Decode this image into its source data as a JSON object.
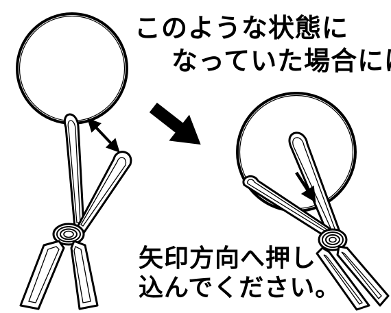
{
  "captions": {
    "top_line_1": "このような状態に",
    "top_line_2": "なっていた場合には",
    "bottom_line_1": "矢印方向へ押し",
    "bottom_line_2": "込んでください。"
  },
  "colors": {
    "ink": "#000000",
    "background": "#ffffff"
  },
  "icons": {
    "transition_arrow": "arrow-down-right-icon",
    "gap_indicator": "double-headed-arrow-icon",
    "push_direction": "arrow-down-icon"
  }
}
